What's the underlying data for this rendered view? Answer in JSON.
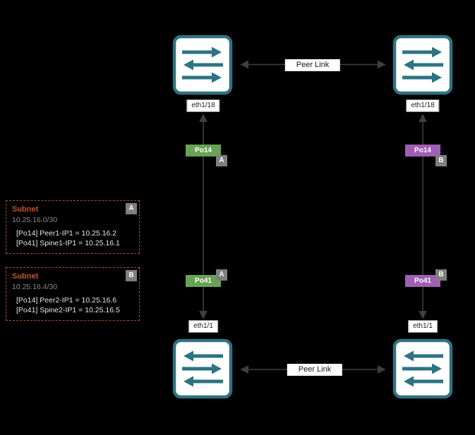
{
  "diagram": {
    "peer_link_top": "Peer Link",
    "peer_link_bottom": "Peer Link"
  },
  "left_link": {
    "top_port": "eth1/18",
    "po_top": "Po14",
    "po_top_badge": "A",
    "po_bottom": "Po41",
    "po_bottom_badge": "A",
    "bottom_port": "eth1/1"
  },
  "right_link": {
    "top_port": "eth1/18",
    "po_top": "Po14",
    "po_top_badge": "B",
    "po_bottom": "Po41",
    "po_bottom_badge": "B",
    "bottom_port": "eth1/1"
  },
  "legends": [
    {
      "title": "Subnet",
      "badge": "A",
      "cidr": "10.25.16.0/30",
      "lines": [
        "[Po14] Peer1-IP1 = 10.25.16.2",
        "[Po41] Spine1-IP1 = 10.25.16.1"
      ]
    },
    {
      "title": "Subnet",
      "badge": "B",
      "cidr": "10.25.16.4/30",
      "lines": [
        "[Po14] Peer2-IP1 = 10.25.16.6",
        "[Po41] Spine2-IP1 = 10.25.16.5"
      ]
    }
  ],
  "colors": {
    "teal": "#2d7382",
    "green": "#69a255",
    "purple": "#a05fb5",
    "badge_gray": "#7f7f7f",
    "legend_border": "#a9532d",
    "legend_title": "#c0572b",
    "line": "#3f3f3f",
    "label_bg": "#ffffff"
  }
}
